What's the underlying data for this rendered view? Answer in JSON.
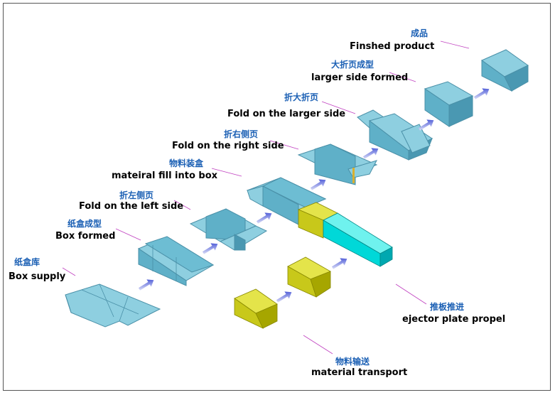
{
  "stages": [
    {
      "zh": "纸盒库",
      "en": "Box supply"
    },
    {
      "zh": "纸盒成型",
      "en": "Box formed"
    },
    {
      "zh": "折左侧页",
      "en": "Fold on the left side"
    },
    {
      "zh": "物料装盒",
      "en": "mateiral fill into box"
    },
    {
      "zh": "折右侧页",
      "en": "Fold on the right  side"
    },
    {
      "zh": "折大折页",
      "en": "Fold on the larger side"
    },
    {
      "zh": "大折页成型",
      "en": "larger side formed"
    },
    {
      "zh": "成品",
      "en": "Finshed product"
    }
  ],
  "ejector": {
    "zh": "推板推进",
    "en": "ejector plate propel"
  },
  "transport": {
    "zh": "物料输送",
    "en": "material transport"
  },
  "colors": {
    "box_top": "#8ecfe0",
    "box_front": "#5fb0c8",
    "box_side": "#4a98b2",
    "material_top": "#e4e44a",
    "material_front": "#c8c81a",
    "material_side": "#a6a600",
    "ejector_top": "#6ff2ee",
    "ejector_front": "#00d8d8",
    "ejector_side": "#00a8b0",
    "arrow": "#3b4fd8",
    "leader": "#c040c0"
  }
}
